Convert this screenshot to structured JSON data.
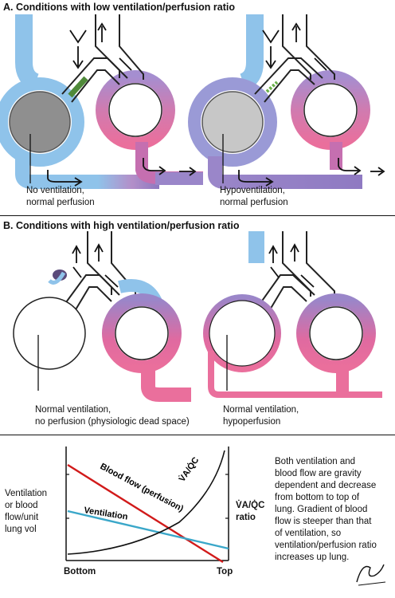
{
  "section_a": {
    "title": "A. Conditions with low ventilation/perfusion ratio",
    "left_caption": [
      "No ventilation,",
      "normal perfusion"
    ],
    "right_caption": [
      "Hypoventilation,",
      "normal perfusion"
    ]
  },
  "section_b": {
    "title": "B. Conditions with high ventilation/perfusion ratio",
    "left_caption": [
      "Normal ventilation,",
      "no perfusion (physiologic dead space)"
    ],
    "right_caption": [
      "Normal ventilation,",
      "hypoperfusion"
    ]
  },
  "chart_data": {
    "type": "line",
    "xlabel": "",
    "x_tick_labels": [
      "Bottom",
      "Top"
    ],
    "ylabel_left": [
      "Ventilation",
      "or blood",
      "flow/unit",
      "lung vol"
    ],
    "ylabel_right": [
      "V̇A/Q̇C",
      "ratio"
    ],
    "series": [
      {
        "name": "Blood flow (perfusion)",
        "color": "#d11a1a",
        "trend": "steep decrease from bottom to top"
      },
      {
        "name": "Ventilation",
        "color": "#3aa7c9",
        "trend": "gradual decrease from bottom to top"
      },
      {
        "name": "V̇A/Q̇C",
        "color": "#111111",
        "trend": "increase from bottom to top"
      }
    ],
    "note": [
      "Both ventilation and",
      "blood flow are gravity",
      "dependent and decrease",
      "from bottom to top of",
      "lung. Gradient of blood",
      "flow is steeper than that",
      "of ventilation, so",
      "ventilation/perfusion ratio",
      "increases up lung."
    ]
  },
  "colors": {
    "venous": "#8fc3ea",
    "mixed": "#9a86c9",
    "arterial": "#ea6f9c",
    "obstruction": "#d9d9d9"
  },
  "signature": "F. Netter"
}
